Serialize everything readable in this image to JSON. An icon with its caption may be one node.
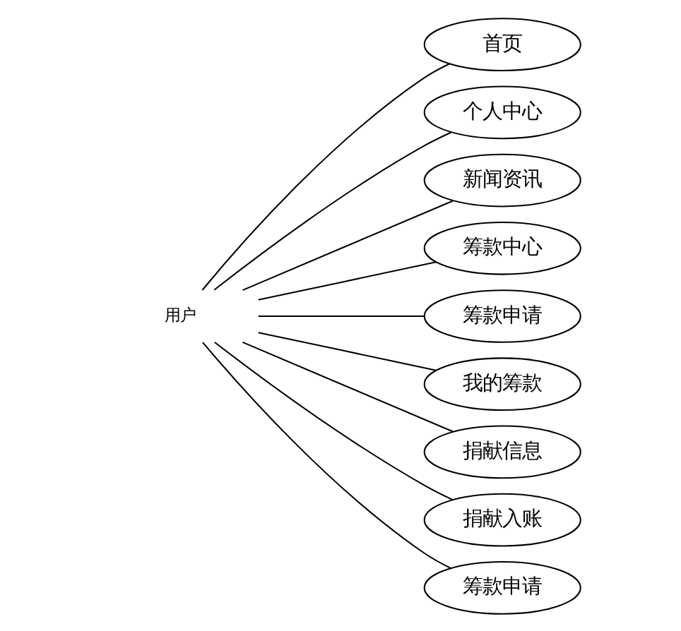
{
  "diagram": {
    "nodes": [
      {
        "text": [
          "用户"
        ]
      },
      {
        "text": [
          "首页"
        ]
      },
      {
        "text": [
          "个人中心"
        ]
      },
      {
        "text": [
          "新闻资讯"
        ]
      },
      {
        "text": [
          "筹款中心"
        ]
      },
      {
        "text": [
          "筹款申请"
        ]
      },
      {
        "text": [
          "我的筹款"
        ]
      },
      {
        "text": [
          "捐献信息"
        ]
      },
      {
        "text": [
          "捐献入账"
        ]
      },
      {
        "text": [
          "筹款申请"
        ]
      }
    ],
    "edges": [
      {
        "from": 0,
        "to": 1,
        "arrow": "none"
      },
      {
        "from": 0,
        "to": 2,
        "arrow": "none"
      },
      {
        "from": 0,
        "to": 3,
        "arrow": "none"
      },
      {
        "from": 0,
        "to": 4,
        "arrow": "none"
      },
      {
        "from": 0,
        "to": 5,
        "arrow": "none"
      },
      {
        "from": 0,
        "to": 6,
        "arrow": "none"
      },
      {
        "from": 0,
        "to": 7,
        "arrow": "none"
      },
      {
        "from": 0,
        "to": 8,
        "arrow": "none"
      },
      {
        "from": 0,
        "to": 9,
        "arrow": "none"
      }
    ]
  }
}
